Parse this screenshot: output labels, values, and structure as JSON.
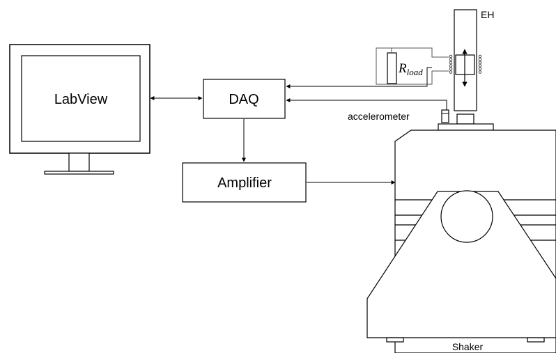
{
  "labels": {
    "labview": "LabView",
    "daq": "DAQ",
    "amplifier": "Amplifier",
    "eh": "EH",
    "accelerometer": "accelerometer",
    "shaker": "Shaker",
    "rload_symbol": "R",
    "rload_subscript": "load"
  },
  "colors": {
    "line": "#000000",
    "wire": "#555555",
    "background": "#ffffff",
    "monitor_fill": "#ffffff"
  }
}
